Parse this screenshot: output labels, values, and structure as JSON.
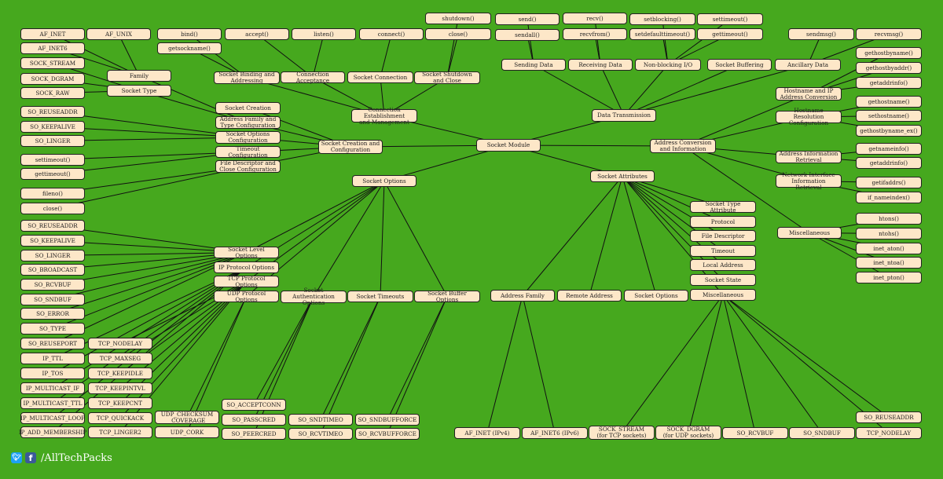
{
  "footer": {
    "brand": "/AllTechPacks",
    "icons": [
      "twitter-icon",
      "facebook-icon"
    ]
  },
  "nodes": [
    {
      "id": "root",
      "label": "Socket Module"
    },
    {
      "id": "creation",
      "label": "Socket Creation and\nConfiguration"
    },
    {
      "id": "conn",
      "label": "Connection Establishment\nand Management"
    },
    {
      "id": "datatx",
      "label": "Data Transmission"
    },
    {
      "id": "addrconv",
      "label": "Address Conversion\nand Information"
    },
    {
      "id": "opts",
      "label": "Socket Options"
    },
    {
      "id": "attrs",
      "label": "Socket Attributes"
    },
    {
      "id": "c_create",
      "label": "Socket Creation"
    },
    {
      "id": "c_family",
      "label": "Address Family and\nType Configuration"
    },
    {
      "id": "c_opts",
      "label": "Socket Options\nConfiguration"
    },
    {
      "id": "c_timeout",
      "label": "Timeout Configuration"
    },
    {
      "id": "c_fd",
      "label": "File Descriptor and\nClose Configuration"
    },
    {
      "id": "family",
      "label": "Family"
    },
    {
      "id": "stype",
      "label": "Socket Type"
    },
    {
      "id": "af_inet",
      "label": "AF_INET"
    },
    {
      "id": "af_unix",
      "label": "AF_UNIX"
    },
    {
      "id": "af_inet6",
      "label": "AF_INET6"
    },
    {
      "id": "sock_stream",
      "label": "SOCK_STREAM"
    },
    {
      "id": "sock_dgram",
      "label": "SOCK_DGRAM"
    },
    {
      "id": "sock_raw",
      "label": "SOCK_RAW"
    },
    {
      "id": "co_reuse",
      "label": "SO_REUSEADDR"
    },
    {
      "id": "co_keep",
      "label": "SO_KEEPALIVE"
    },
    {
      "id": "co_linger",
      "label": "SO_LINGER"
    },
    {
      "id": "ct_set",
      "label": "settimeout()"
    },
    {
      "id": "ct_get",
      "label": "gettimeout()"
    },
    {
      "id": "cf_fileno",
      "label": "fileno()"
    },
    {
      "id": "cf_close",
      "label": "close()"
    },
    {
      "id": "bind_addr",
      "label": "Socket Binding and\nAddressing"
    },
    {
      "id": "accept_n",
      "label": "Connection Acceptance"
    },
    {
      "id": "sconn",
      "label": "Socket Connection"
    },
    {
      "id": "sshut",
      "label": "Socket Shutdown\nand Close"
    },
    {
      "id": "bind",
      "label": "bind()"
    },
    {
      "id": "getsockname",
      "label": "getsockname()"
    },
    {
      "id": "accept",
      "label": "accept()"
    },
    {
      "id": "listen",
      "label": "listen()"
    },
    {
      "id": "connect",
      "label": "connect()"
    },
    {
      "id": "shutdown",
      "label": "shutdown()"
    },
    {
      "id": "close2",
      "label": "close()"
    },
    {
      "id": "senddata",
      "label": "Sending Data"
    },
    {
      "id": "recvdata",
      "label": "Receiving Data"
    },
    {
      "id": "nonblock",
      "label": "Non-blocking I/O"
    },
    {
      "id": "buffering",
      "label": "Socket Buffering"
    },
    {
      "id": "ancillary",
      "label": "Ancillary Data"
    },
    {
      "id": "send",
      "label": "send()"
    },
    {
      "id": "sendall",
      "label": "sendall()"
    },
    {
      "id": "recv",
      "label": "recv()"
    },
    {
      "id": "recvfrom",
      "label": "recvfrom()"
    },
    {
      "id": "setblocking",
      "label": "setblocking()"
    },
    {
      "id": "setdefaulttimeout",
      "label": "setdefaulttimeout()"
    },
    {
      "id": "settimeout2",
      "label": "settimeout()"
    },
    {
      "id": "gettimeout2",
      "label": "gettimeout()"
    },
    {
      "id": "sendmsg",
      "label": "sendmsg()"
    },
    {
      "id": "recvmsg",
      "label": "recvmsg()"
    },
    {
      "id": "hostip",
      "label": "Hostname and IP\nAddress Conversion"
    },
    {
      "id": "hostres",
      "label": "Hostname Resolution\nConfiguration"
    },
    {
      "id": "addrinfo",
      "label": "Address Information\nRetrieval"
    },
    {
      "id": "netif",
      "label": "Network Interface\nInformation Retrieval"
    },
    {
      "id": "misc_a",
      "label": "Miscellaneous"
    },
    {
      "id": "gethostbyname",
      "label": "gethostbyname()"
    },
    {
      "id": "gethostbyaddr",
      "label": "gethostbyaddr()"
    },
    {
      "id": "getaddrinfo",
      "label": "getaddrinfo()"
    },
    {
      "id": "gethostname",
      "label": "gethostname()"
    },
    {
      "id": "sethostname",
      "label": "sethostname()"
    },
    {
      "id": "gethostbyname_ex",
      "label": "gethostbyname_ex()"
    },
    {
      "id": "getnameinfo",
      "label": "getnameinfo()"
    },
    {
      "id": "getaddrinfo2",
      "label": "getaddrinfo()"
    },
    {
      "id": "getifaddrs",
      "label": "getifaddrs()"
    },
    {
      "id": "if_nameindex",
      "label": "if_nameindex()"
    },
    {
      "id": "htons",
      "label": "htons()"
    },
    {
      "id": "ntohs",
      "label": "ntohs()"
    },
    {
      "id": "inet_aton",
      "label": "inet_aton()"
    },
    {
      "id": "inet_ntoa",
      "label": "inet_ntoa()"
    },
    {
      "id": "inet_pton",
      "label": "inet_pton()"
    },
    {
      "id": "solevel",
      "label": "Socket Level Options"
    },
    {
      "id": "ipopts",
      "label": "IP Protocol Options"
    },
    {
      "id": "tcpopts",
      "label": "TCP Protocol Options"
    },
    {
      "id": "udpopts",
      "label": "UDP Protocol Options"
    },
    {
      "id": "authopts",
      "label": "Socket Authentication\nOptions"
    },
    {
      "id": "timeouts",
      "label": "Socket Timeouts"
    },
    {
      "id": "bufopts",
      "label": "Socket Buffer Options"
    },
    {
      "id": "so_reuseaddr",
      "label": "SO_REUSEADDR"
    },
    {
      "id": "so_keepalive",
      "label": "SO_KEEPALIVE"
    },
    {
      "id": "so_linger",
      "label": "SO_LINGER"
    },
    {
      "id": "so_broadcast",
      "label": "SO_BROADCAST"
    },
    {
      "id": "so_rcvbuf",
      "label": "SO_RCVBUF"
    },
    {
      "id": "so_sndbuf",
      "label": "SO_SNDBUF"
    },
    {
      "id": "so_error",
      "label": "SO_ERROR"
    },
    {
      "id": "so_type",
      "label": "SO_TYPE"
    },
    {
      "id": "so_reuseport",
      "label": "SO_REUSEPORT"
    },
    {
      "id": "ip_ttl",
      "label": "IP_TTL"
    },
    {
      "id": "ip_tos",
      "label": "IP_TOS"
    },
    {
      "id": "ip_mif",
      "label": "IP_MULTICAST_IF"
    },
    {
      "id": "ip_mttl",
      "label": "IP_MULTICAST_TTL"
    },
    {
      "id": "ip_mloop",
      "label": "IP_MULTICAST_LOOP"
    },
    {
      "id": "ip_addm",
      "label": "IP_ADD_MEMBERSHIP"
    },
    {
      "id": "tcp_nodelay",
      "label": "TCP_NODELAY"
    },
    {
      "id": "tcp_maxseg",
      "label": "TCP_MAXSEG"
    },
    {
      "id": "tcp_keepidle",
      "label": "TCP_KEEPIDLE"
    },
    {
      "id": "tcp_keepintvl",
      "label": "TCP_KEEPINTVL"
    },
    {
      "id": "tcp_keepcnt",
      "label": "TCP_KEEPCNT"
    },
    {
      "id": "tcp_quickack",
      "label": "TCP_QUICKACK"
    },
    {
      "id": "tcp_linger2",
      "label": "TCP_LINGER2"
    },
    {
      "id": "udp_checksum",
      "label": "UDP_CHECKSUM\n_COVERAGE"
    },
    {
      "id": "udp_cork",
      "label": "UDP_CORK"
    },
    {
      "id": "so_acceptconn",
      "label": "SO_ACCEPTCONN"
    },
    {
      "id": "so_passcred",
      "label": "SO_PASSCRED"
    },
    {
      "id": "so_peercred",
      "label": "SO_PEERCRED"
    },
    {
      "id": "so_sndtimeo",
      "label": "SO_SNDTIMEO"
    },
    {
      "id": "so_rcvtimeo",
      "label": "SO_RCVTIMEO"
    },
    {
      "id": "so_sndbufforce",
      "label": "SO_SNDBUFFORCE"
    },
    {
      "id": "so_rcvbufforce",
      "label": "SO_RCVBUFFORCE"
    },
    {
      "id": "at_type",
      "label": "Socket Type Attribute"
    },
    {
      "id": "at_proto",
      "label": "Protocol"
    },
    {
      "id": "at_fd",
      "label": "File Descriptor"
    },
    {
      "id": "at_timeout",
      "label": "Timeout"
    },
    {
      "id": "at_local",
      "label": "Local Address"
    },
    {
      "id": "at_state",
      "label": "Socket State"
    },
    {
      "id": "at_misc",
      "label": "Miscellaneous"
    },
    {
      "id": "at_family",
      "label": "Address Family"
    },
    {
      "id": "at_remote",
      "label": "Remote Address"
    },
    {
      "id": "at_opts",
      "label": "Socket Options"
    },
    {
      "id": "af_inet4",
      "label": "AF_INET (IPv4)"
    },
    {
      "id": "af_inet6b",
      "label": "AF_INET6 (IPv6)"
    },
    {
      "id": "sock_stream_tcp",
      "label": "SOCK_STREAM\n(for TCP sockets)"
    },
    {
      "id": "sock_dgram_udp",
      "label": "SOCK_DGRAM\n(for UDP sockets)"
    },
    {
      "id": "b_rcvbuf",
      "label": "SO_RCVBUF"
    },
    {
      "id": "b_sndbuf",
      "label": "SO_SNDBUF"
    },
    {
      "id": "b_nodelay",
      "label": "TCP_NODELAY"
    },
    {
      "id": "b_reuseaddr",
      "label": "SO_REUSEADDR"
    }
  ],
  "edges": [
    [
      "root",
      "creation"
    ],
    [
      "root",
      "conn"
    ],
    [
      "root",
      "datatx"
    ],
    [
      "root",
      "addrconv"
    ],
    [
      "root",
      "opts"
    ],
    [
      "root",
      "attrs"
    ],
    [
      "creation",
      "c_create"
    ],
    [
      "creation",
      "c_family"
    ],
    [
      "creation",
      "c_opts"
    ],
    [
      "creation",
      "c_timeout"
    ],
    [
      "creation",
      "c_fd"
    ],
    [
      "c_family",
      "family"
    ],
    [
      "c_family",
      "stype"
    ],
    [
      "family",
      "af_inet"
    ],
    [
      "family",
      "af_unix"
    ],
    [
      "family",
      "af_inet6"
    ],
    [
      "stype",
      "sock_stream"
    ],
    [
      "stype",
      "sock_dgram"
    ],
    [
      "stype",
      "sock_raw"
    ],
    [
      "c_opts",
      "co_reuse"
    ],
    [
      "c_opts",
      "co_keep"
    ],
    [
      "c_opts",
      "co_linger"
    ],
    [
      "c_timeout",
      "ct_set"
    ],
    [
      "c_timeout",
      "ct_get"
    ],
    [
      "c_fd",
      "cf_fileno"
    ],
    [
      "c_fd",
      "cf_close"
    ],
    [
      "conn",
      "bind_addr"
    ],
    [
      "conn",
      "accept_n"
    ],
    [
      "conn",
      "sconn"
    ],
    [
      "conn",
      "sshut"
    ],
    [
      "bind_addr",
      "bind"
    ],
    [
      "bind_addr",
      "getsockname"
    ],
    [
      "accept_n",
      "accept"
    ],
    [
      "accept_n",
      "listen"
    ],
    [
      "sconn",
      "connect"
    ],
    [
      "sshut",
      "shutdown"
    ],
    [
      "sshut",
      "close2"
    ],
    [
      "datatx",
      "senddata"
    ],
    [
      "datatx",
      "recvdata"
    ],
    [
      "datatx",
      "nonblock"
    ],
    [
      "datatx",
      "buffering"
    ],
    [
      "datatx",
      "ancillary"
    ],
    [
      "senddata",
      "send"
    ],
    [
      "senddata",
      "sendall"
    ],
    [
      "recvdata",
      "recv"
    ],
    [
      "recvdata",
      "recvfrom"
    ],
    [
      "nonblock",
      "setblocking"
    ],
    [
      "nonblock",
      "setdefaulttimeout"
    ],
    [
      "nonblock",
      "settimeout2"
    ],
    [
      "nonblock",
      "gettimeout2"
    ],
    [
      "ancillary",
      "sendmsg"
    ],
    [
      "ancillary",
      "recvmsg"
    ],
    [
      "addrconv",
      "hostip"
    ],
    [
      "addrconv",
      "hostres"
    ],
    [
      "addrconv",
      "addrinfo"
    ],
    [
      "addrconv",
      "netif"
    ],
    [
      "addrconv",
      "misc_a"
    ],
    [
      "hostip",
      "gethostbyname"
    ],
    [
      "hostip",
      "gethostbyaddr"
    ],
    [
      "hostip",
      "getaddrinfo"
    ],
    [
      "hostres",
      "gethostname"
    ],
    [
      "hostres",
      "sethostname"
    ],
    [
      "hostres",
      "gethostbyname_ex"
    ],
    [
      "addrinfo",
      "getnameinfo"
    ],
    [
      "addrinfo",
      "getaddrinfo2"
    ],
    [
      "netif",
      "getifaddrs"
    ],
    [
      "netif",
      "if_nameindex"
    ],
    [
      "misc_a",
      "htons"
    ],
    [
      "misc_a",
      "ntohs"
    ],
    [
      "misc_a",
      "inet_aton"
    ],
    [
      "misc_a",
      "inet_ntoa"
    ],
    [
      "misc_a",
      "inet_pton"
    ],
    [
      "opts",
      "solevel"
    ],
    [
      "opts",
      "ipopts"
    ],
    [
      "opts",
      "tcpopts"
    ],
    [
      "opts",
      "udpopts"
    ],
    [
      "opts",
      "authopts"
    ],
    [
      "opts",
      "timeouts"
    ],
    [
      "opts",
      "bufopts"
    ],
    [
      "solevel",
      "so_reuseaddr"
    ],
    [
      "solevel",
      "so_keepalive"
    ],
    [
      "solevel",
      "so_linger"
    ],
    [
      "solevel",
      "so_broadcast"
    ],
    [
      "solevel",
      "so_rcvbuf"
    ],
    [
      "solevel",
      "so_sndbuf"
    ],
    [
      "solevel",
      "so_error"
    ],
    [
      "solevel",
      "so_type"
    ],
    [
      "solevel",
      "so_reuseport"
    ],
    [
      "ipopts",
      "ip_ttl"
    ],
    [
      "ipopts",
      "ip_tos"
    ],
    [
      "ipopts",
      "ip_mif"
    ],
    [
      "ipopts",
      "ip_mttl"
    ],
    [
      "ipopts",
      "ip_mloop"
    ],
    [
      "ipopts",
      "ip_addm"
    ],
    [
      "tcpopts",
      "tcp_nodelay"
    ],
    [
      "tcpopts",
      "tcp_maxseg"
    ],
    [
      "tcpopts",
      "tcp_keepidle"
    ],
    [
      "tcpopts",
      "tcp_keepintvl"
    ],
    [
      "tcpopts",
      "tcp_keepcnt"
    ],
    [
      "tcpopts",
      "tcp_quickack"
    ],
    [
      "tcpopts",
      "tcp_linger2"
    ],
    [
      "udpopts",
      "udp_checksum"
    ],
    [
      "udpopts",
      "udp_cork"
    ],
    [
      "authopts",
      "so_acceptconn"
    ],
    [
      "authopts",
      "so_passcred"
    ],
    [
      "authopts",
      "so_peercred"
    ],
    [
      "timeouts",
      "so_sndtimeo"
    ],
    [
      "timeouts",
      "so_rcvtimeo"
    ],
    [
      "bufopts",
      "so_sndbufforce"
    ],
    [
      "bufopts",
      "so_rcvbufforce"
    ],
    [
      "attrs",
      "at_type"
    ],
    [
      "attrs",
      "at_proto"
    ],
    [
      "attrs",
      "at_fd"
    ],
    [
      "attrs",
      "at_timeout"
    ],
    [
      "attrs",
      "at_local"
    ],
    [
      "attrs",
      "at_state"
    ],
    [
      "attrs",
      "at_misc"
    ],
    [
      "attrs",
      "at_family"
    ],
    [
      "attrs",
      "at_remote"
    ],
    [
      "attrs",
      "at_opts"
    ],
    [
      "at_family",
      "af_inet4"
    ],
    [
      "at_family",
      "af_inet6b"
    ],
    [
      "at_misc",
      "sock_stream_tcp"
    ],
    [
      "at_misc",
      "sock_dgram_udp"
    ],
    [
      "at_misc",
      "b_rcvbuf"
    ],
    [
      "at_misc",
      "b_sndbuf"
    ],
    [
      "at_misc",
      "b_nodelay"
    ],
    [
      "at_misc",
      "b_reuseaddr"
    ]
  ]
}
